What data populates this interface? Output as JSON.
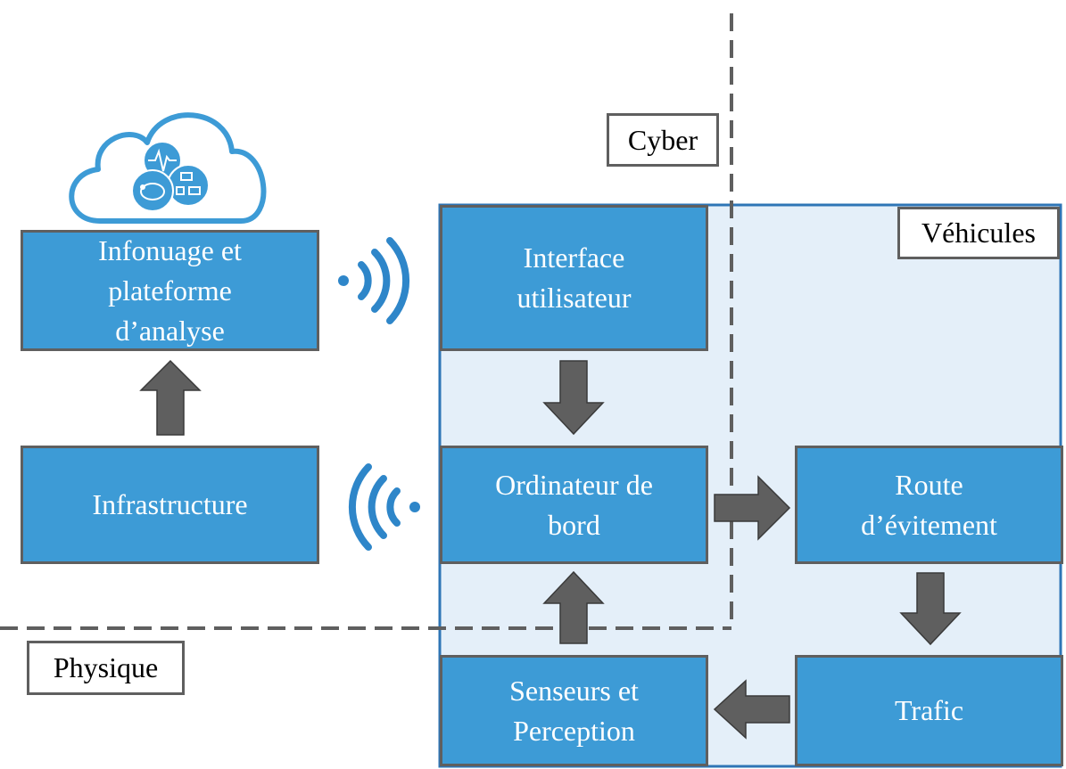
{
  "colors": {
    "box_fill": "#3d9bd6",
    "vehicle_region_fill": "#e4eff9",
    "vehicle_region_border": "#2e75b6",
    "arrow_fill": "#5f5f5f",
    "dashed_line": "#5f5f5f",
    "wifi_color": "#2e86c9",
    "cloud_color": "#3d9bd6"
  },
  "regions": {
    "cyber": "Cyber",
    "physique": "Physique",
    "vehicules": "Véhicules"
  },
  "nodes": {
    "cloud_platform": "Infonuage et\nplateforme\nd’analyse",
    "infrastructure": "Infrastructure",
    "user_interface": "Interface\nutilisateur",
    "onboard_computer": "Ordinateur de\nbord",
    "avoidance_route": "Route\nd’évitement",
    "traffic": "Trafic",
    "sensors_perception": "Senseurs et\nPerception"
  },
  "icons": [
    "cloud-icon",
    "wifi-signal-icon",
    "arrow-icon"
  ]
}
